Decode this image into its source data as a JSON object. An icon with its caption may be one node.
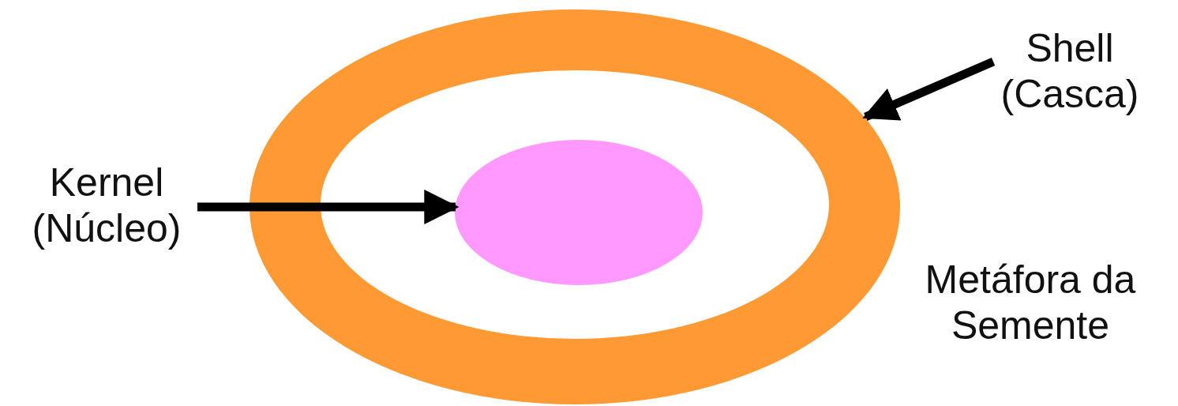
{
  "diagram": {
    "nodes": [
      {
        "text": [
          "Shell (Casca)"
        ]
      },
      {
        "text": [],
        "shape": "ellipse"
      },
      {
        "text": [],
        "shape": "ellipse",
        "in": 1
      },
      {
        "text": [
          "Kernel (Núcleo)"
        ]
      }
    ],
    "edges": [
      {
        "from": 0,
        "to": 1,
        "arrow": "to"
      },
      {
        "from": 3,
        "to": 2,
        "arrow": "to"
      }
    ],
    "labels": [
      "Metáfora da Semente"
    ]
  }
}
